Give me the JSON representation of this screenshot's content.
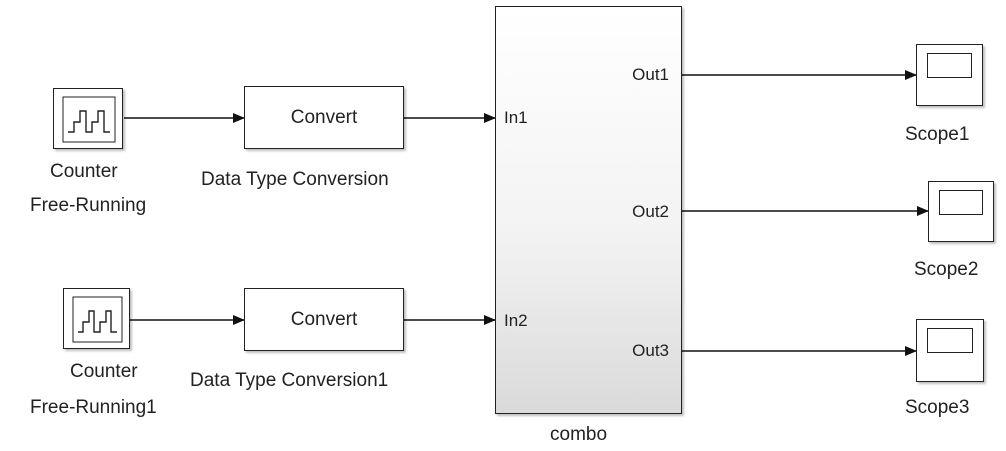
{
  "counters": [
    {
      "name_line1": "Counter",
      "name_line2": "Free-Running",
      "icon": "counter-waveform-icon"
    },
    {
      "name_line1": "Counter",
      "name_line2": "Free-Running1",
      "icon": "counter-waveform-icon"
    }
  ],
  "converters": [
    {
      "block_text": "Convert",
      "name": "Data Type Conversion"
    },
    {
      "block_text": "Convert",
      "name": "Data Type Conversion1"
    }
  ],
  "subsystem": {
    "name": "combo",
    "inputs": [
      "In1",
      "In2"
    ],
    "outputs": [
      "Out1",
      "Out2",
      "Out3"
    ]
  },
  "scopes": [
    {
      "name": "Scope1",
      "icon": "scope-icon"
    },
    {
      "name": "Scope2",
      "icon": "scope-icon"
    },
    {
      "name": "Scope3",
      "icon": "scope-icon"
    }
  ],
  "colors": {
    "line": "#111111",
    "block_border": "#222222",
    "text": "#222222"
  }
}
